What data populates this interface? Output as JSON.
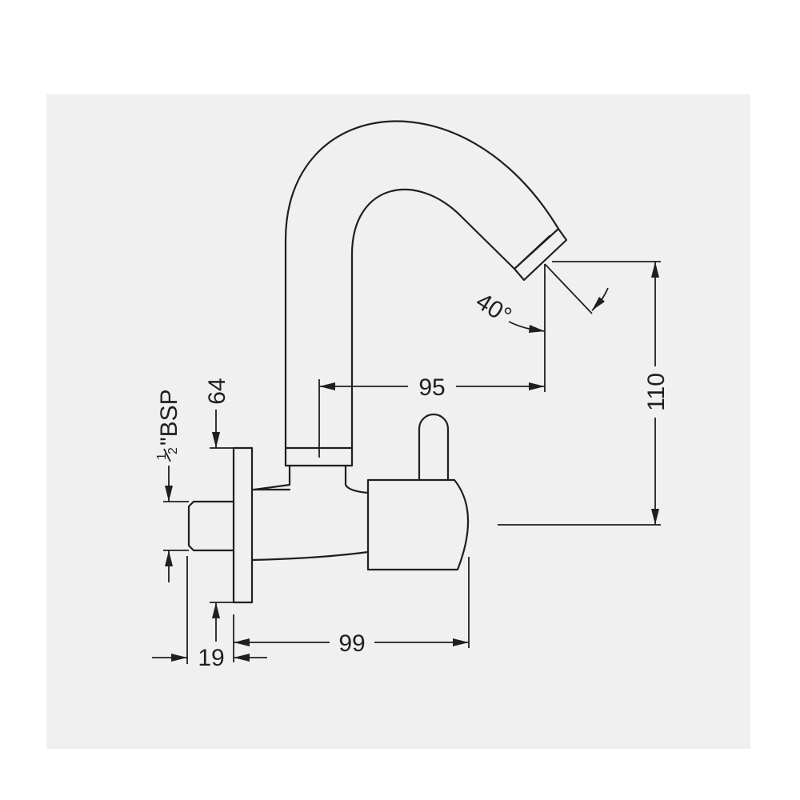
{
  "drawing": {
    "subject": "faucet technical drawing",
    "colors": {
      "background": "#f0f0f0",
      "line": "#1f1f1f"
    },
    "dimensions": {
      "spout_reach": {
        "value": "95"
      },
      "spout_height": {
        "value": "110"
      },
      "spout_angle": {
        "value": "40°"
      },
      "body_length": {
        "value": "99"
      },
      "thread_length": {
        "value": "19"
      },
      "flange_height": {
        "value": "64"
      },
      "thread_size": {
        "fraction_num": "1",
        "fraction_den": "2",
        "unit": "\"BSP"
      }
    }
  }
}
